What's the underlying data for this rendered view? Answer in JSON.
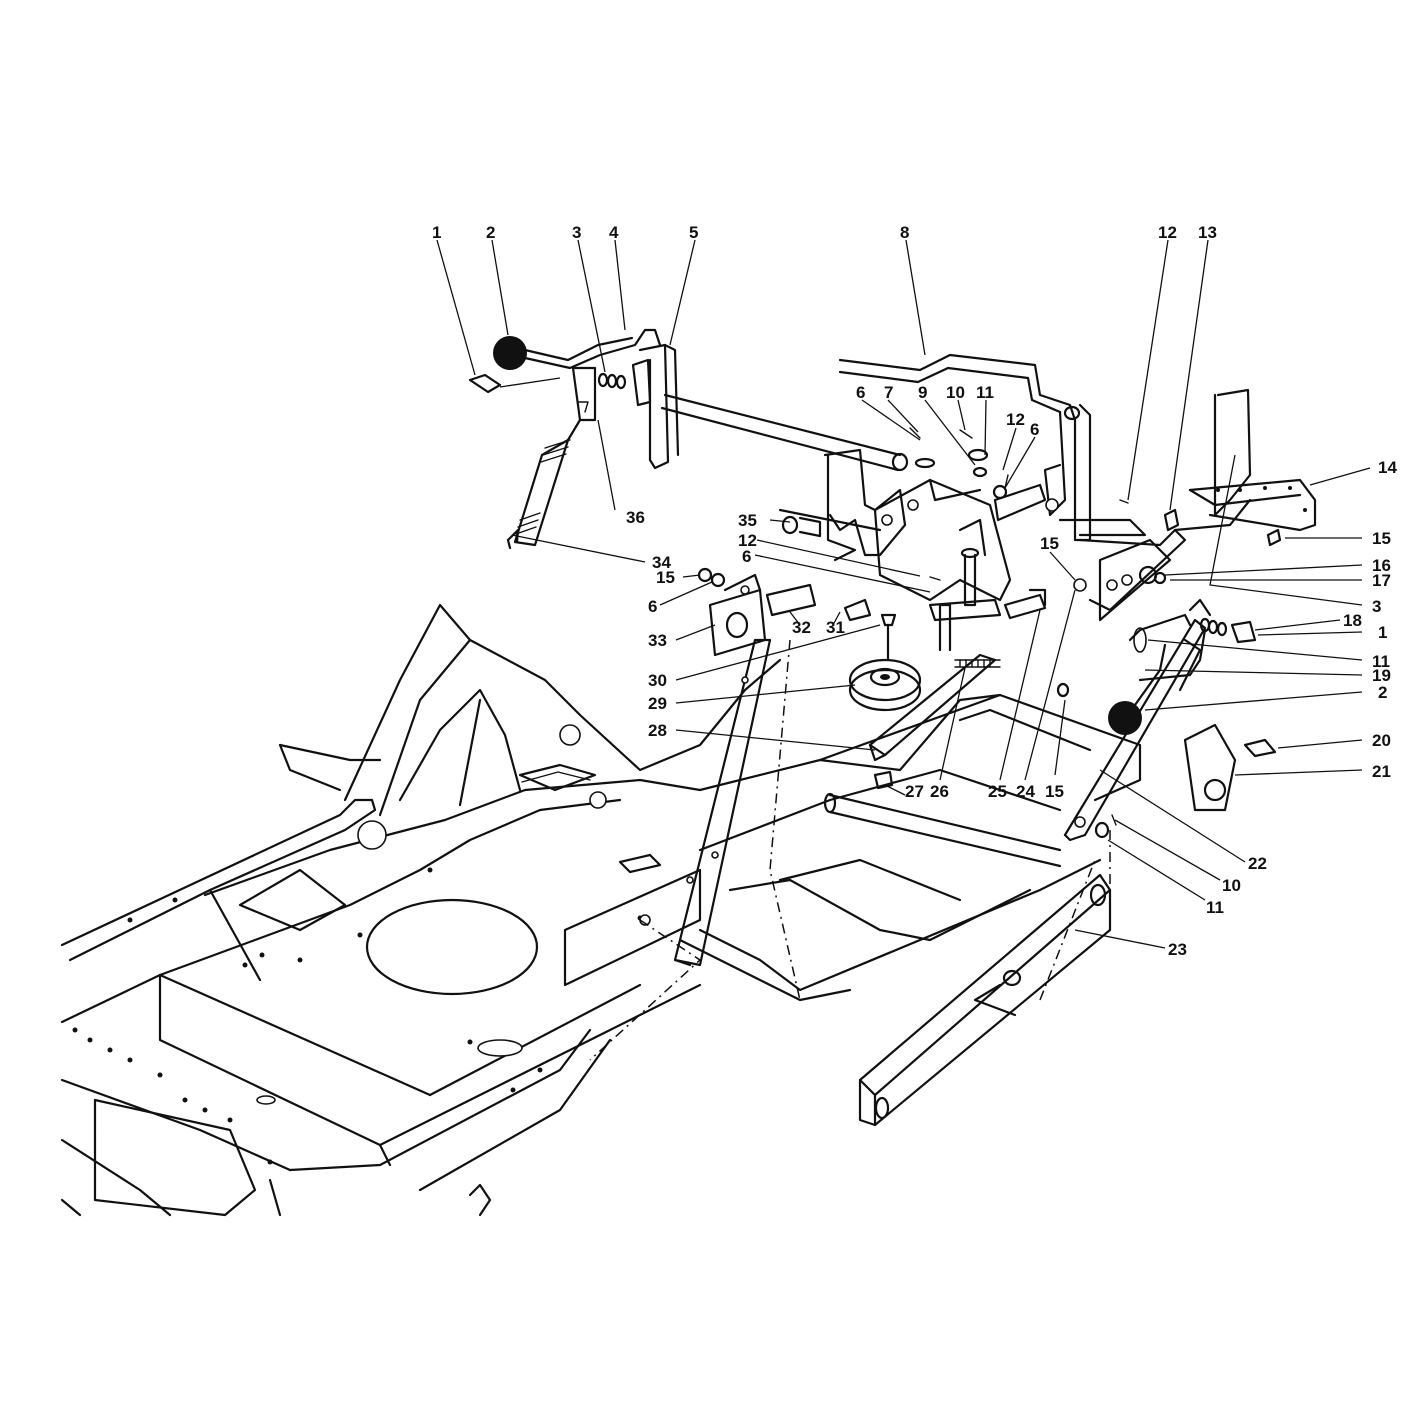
{
  "figure": {
    "kind": "exploded parts diagram"
  },
  "callouts": [
    {
      "id": "c-1-left",
      "text": "1"
    },
    {
      "id": "c-2-top",
      "text": "2"
    },
    {
      "id": "c-3-top",
      "text": "3"
    },
    {
      "id": "c-4",
      "text": "4"
    },
    {
      "id": "c-5",
      "text": "5"
    },
    {
      "id": "c-8",
      "text": "8"
    },
    {
      "id": "c-12-top",
      "text": "12"
    },
    {
      "id": "c-13",
      "text": "13"
    },
    {
      "id": "c-6-a",
      "text": "6"
    },
    {
      "id": "c-7",
      "text": "7"
    },
    {
      "id": "c-9",
      "text": "9"
    },
    {
      "id": "c-10-top",
      "text": "10"
    },
    {
      "id": "c-11-top",
      "text": "11"
    },
    {
      "id": "c-12-mid",
      "text": "12"
    },
    {
      "id": "c-6-b",
      "text": "6"
    },
    {
      "id": "c-14",
      "text": "14"
    },
    {
      "id": "c-15-right",
      "text": "15"
    },
    {
      "id": "c-16",
      "text": "16"
    },
    {
      "id": "c-17",
      "text": "17"
    },
    {
      "id": "c-3-right",
      "text": "3"
    },
    {
      "id": "c-18",
      "text": "18"
    },
    {
      "id": "c-1-right",
      "text": "1"
    },
    {
      "id": "c-11-right",
      "text": "11"
    },
    {
      "id": "c-19",
      "text": "19"
    },
    {
      "id": "c-2-right",
      "text": "2"
    },
    {
      "id": "c-20",
      "text": "20"
    },
    {
      "id": "c-21",
      "text": "21"
    },
    {
      "id": "c-22",
      "text": "22"
    },
    {
      "id": "c-10-right",
      "text": "10"
    },
    {
      "id": "c-11-lower",
      "text": "11"
    },
    {
      "id": "c-23",
      "text": "23"
    },
    {
      "id": "c-36",
      "text": "36"
    },
    {
      "id": "c-34",
      "text": "34"
    },
    {
      "id": "c-35",
      "text": "35"
    },
    {
      "id": "c-12-left",
      "text": "12"
    },
    {
      "id": "c-6-left",
      "text": "6"
    },
    {
      "id": "c-15-left",
      "text": "15"
    },
    {
      "id": "c-6-c",
      "text": "6"
    },
    {
      "id": "c-33",
      "text": "33"
    },
    {
      "id": "c-32",
      "text": "32"
    },
    {
      "id": "c-31",
      "text": "31"
    },
    {
      "id": "c-30",
      "text": "30"
    },
    {
      "id": "c-29",
      "text": "29"
    },
    {
      "id": "c-28",
      "text": "28"
    },
    {
      "id": "c-27",
      "text": "27"
    },
    {
      "id": "c-26",
      "text": "26"
    },
    {
      "id": "c-25",
      "text": "25"
    },
    {
      "id": "c-24",
      "text": "24"
    },
    {
      "id": "c-15-bottom",
      "text": "15"
    },
    {
      "id": "c-15-mid",
      "text": "15"
    }
  ]
}
